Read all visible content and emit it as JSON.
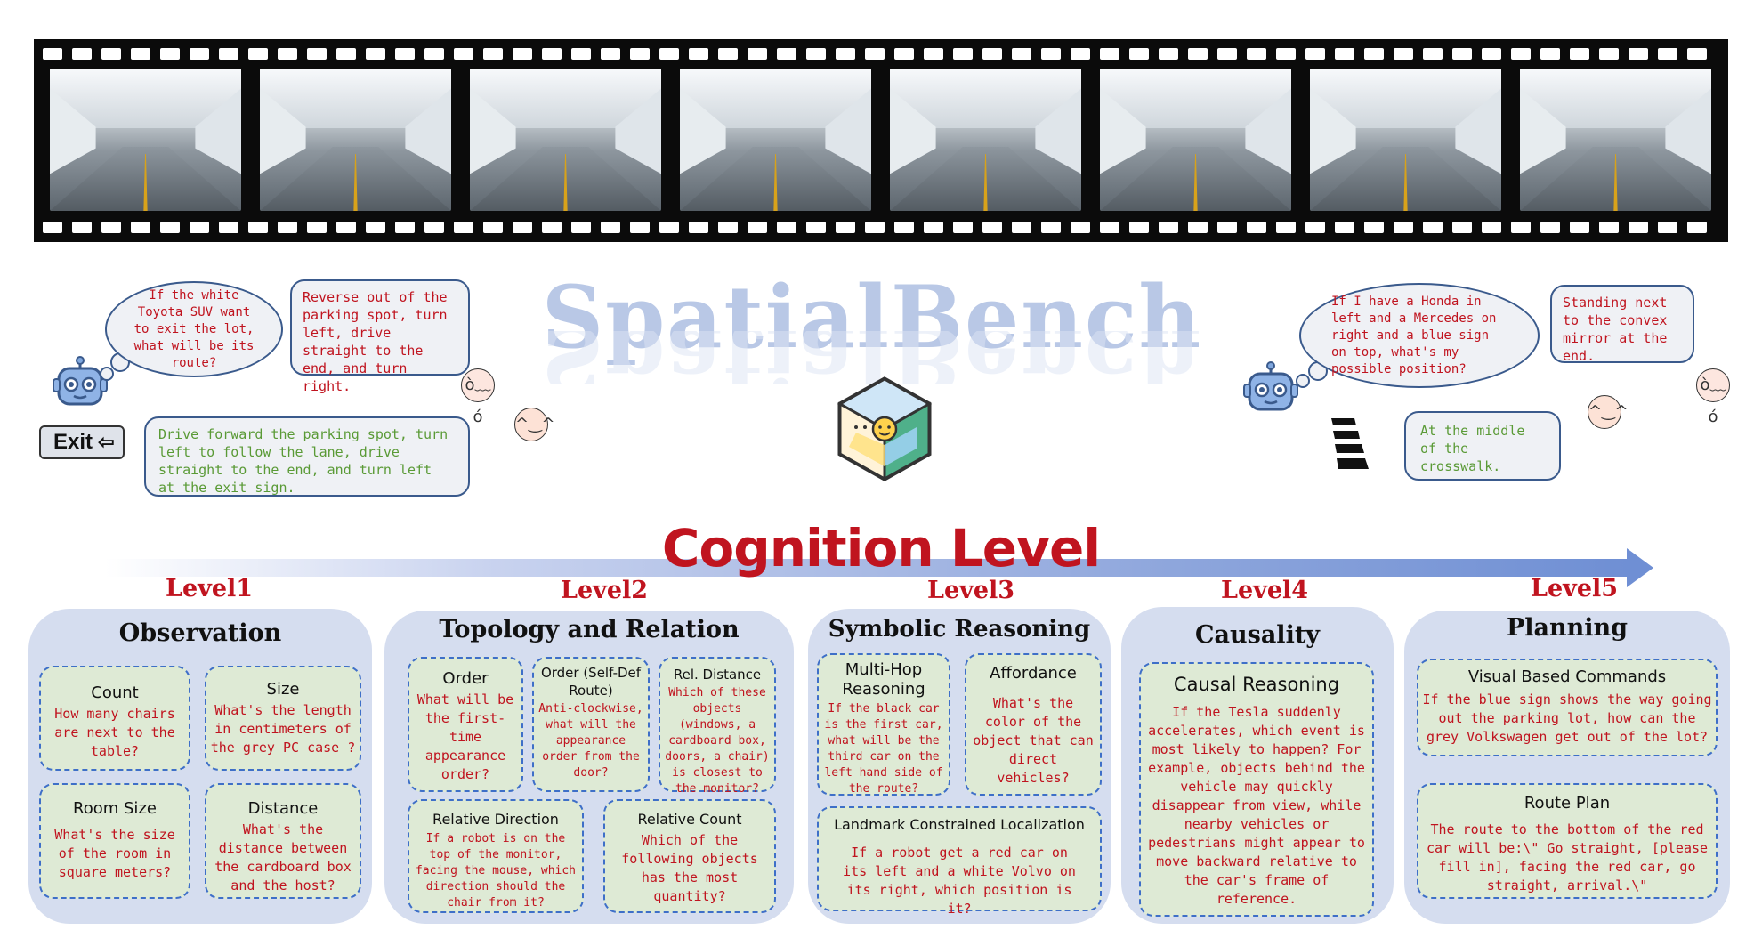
{
  "title": "SpatialBench",
  "cognition_label": "Cognition Level",
  "exit_sign": "Exit",
  "dialogues": {
    "left_question": "If the white Toyota SUV want to exit the lot, what will be its route?",
    "left_wrong_answer": "Reverse out of the parking spot, turn left, drive straight to the end, and turn right.",
    "left_correct_answer": "Drive forward the parking spot, turn left to follow the lane, drive straight to the end, and turn left at the exit sign.",
    "right_question": "If I have a Honda in left and a Mercedes on right and a blue sign on top, what's my possible position?",
    "right_wrong_answer": "Standing next to the convex mirror at the end.",
    "right_correct_answer": "At the middle of the crosswalk."
  },
  "levels": [
    {
      "label": "Level1",
      "name": "Observation",
      "cards": [
        {
          "title": "Count",
          "text": "How many chairs are next to the table?"
        },
        {
          "title": "Size",
          "text": "What's the length in centimeters of the grey PC case ?"
        },
        {
          "title": "Room Size",
          "text": "What's the size of the room in square meters?"
        },
        {
          "title": "Distance",
          "text": "What's the distance between the cardboard box and the host?"
        }
      ]
    },
    {
      "label": "Level2",
      "name": "Topology and Relation",
      "cards": [
        {
          "title": "Order",
          "text": "What will be the first-time appearance order?"
        },
        {
          "title": "Order (Self-Def Route)",
          "text": "Anti-clockwise, what will the appearance order from the door?"
        },
        {
          "title": "Rel. Distance",
          "text": "Which of these objects (windows, a cardboard box, doors, a chair) is closest to the monitor?"
        },
        {
          "title": "Relative Direction",
          "text": "If a robot is on the top of the monitor, facing the mouse, which direction should the chair from it?"
        },
        {
          "title": "Relative Count",
          "text": "Which of the following objects has the most quantity?"
        }
      ]
    },
    {
      "label": "Level3",
      "name": "Symbolic Reasoning",
      "cards": [
        {
          "title": "Multi-Hop Reasoning",
          "text": "If the black car is the first car, what will be the third car on the left hand side of the route?"
        },
        {
          "title": "Affordance",
          "text": "What's the color of the object that can direct vehicles?"
        },
        {
          "title": "Landmark Constrained Localization",
          "text": "If a robot get a red car on its left and a white Volvo on its right, which position is it?"
        }
      ]
    },
    {
      "label": "Level4",
      "name": "Causality",
      "cards": [
        {
          "title": "Causal Reasoning",
          "text": "If the Tesla suddenly accelerates, which event is most likely to happen? For example, objects behind the vehicle may quickly disappear from view, while nearby vehicles or pedestrians might appear to move backward relative to the car's frame of reference."
        }
      ]
    },
    {
      "label": "Level5",
      "name": "Planning",
      "cards": [
        {
          "title": "Visual Based Commands",
          "text": "If the blue sign shows the way going out the parking lot, how can the grey Volkswagen get out of the lot?"
        },
        {
          "title": "Route Plan",
          "text": "The route to the bottom of the red car will be:\\\" Go straight, [please fill in], facing the red car, go straight, arrival.\\\""
        }
      ]
    }
  ],
  "colors": {
    "accent_red": "#c0141f",
    "panel_bg": "#d5ddef",
    "card_bg": "#deead5",
    "card_border": "#3e6fc8",
    "answer_green": "#5a9a36"
  }
}
